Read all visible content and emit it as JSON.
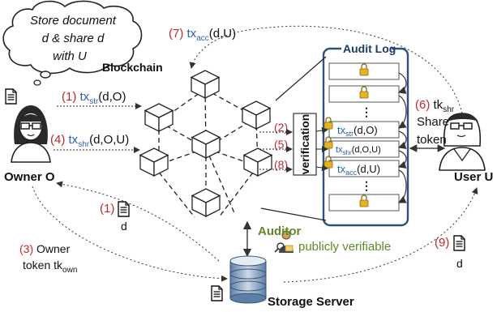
{
  "thought_bubble": {
    "line1": "Store document",
    "line2": "d & share d",
    "line3": "with U"
  },
  "blockchain": {
    "title": "Blockchain"
  },
  "owner": {
    "name": "Owner O"
  },
  "user": {
    "name": "User U"
  },
  "audit_log": {
    "title": "Audit Log",
    "ellipsis": "⋮",
    "entries": [
      {
        "tx": "tx",
        "sub": "str",
        "args": "(d,O)"
      },
      {
        "tx": "tx",
        "sub": "shr",
        "args": "(d,O,U)"
      },
      {
        "tx": "tx",
        "sub": "acc",
        "args": "(d,U)"
      }
    ]
  },
  "verification": {
    "label": "verification"
  },
  "steps": {
    "s1": {
      "num": "(1)",
      "tx": "tx",
      "sub": "str",
      "args": "(d,O)"
    },
    "s2": {
      "num": "(2)"
    },
    "s4": {
      "num": "(4)",
      "tx": "tx",
      "sub": "shr",
      "args": "(d,O,U)"
    },
    "s5": {
      "num": "(5)"
    },
    "s6": {
      "num": "(6)",
      "tk": "tk",
      "sub": "shr",
      "line2": "Share",
      "line3": "token"
    },
    "s7": {
      "num": "(7)",
      "tx": "tx",
      "sub": "acc",
      "args": "(d,U)"
    },
    "s8": {
      "num": "(8)"
    },
    "s1_doc": {
      "num": "(1)",
      "label": "d"
    },
    "s3": {
      "num": "(3)",
      "line1": "Owner",
      "line2": "token tk",
      "sub": "own"
    },
    "s9": {
      "num": "(9)",
      "label": "d"
    }
  },
  "auditor": {
    "name": "Auditor",
    "note": "publicly verifiable"
  },
  "storage": {
    "name": "Storage Server"
  },
  "colors": {
    "red": "#c0282c",
    "blue": "#2b5fb3",
    "green": "#5e8a2a",
    "audit_border": "#2f4f7f",
    "lock": "#e6b422"
  },
  "icons": [
    "document-icon",
    "lock-icon",
    "person-icon",
    "database-icon",
    "thought-bubble-icon"
  ]
}
